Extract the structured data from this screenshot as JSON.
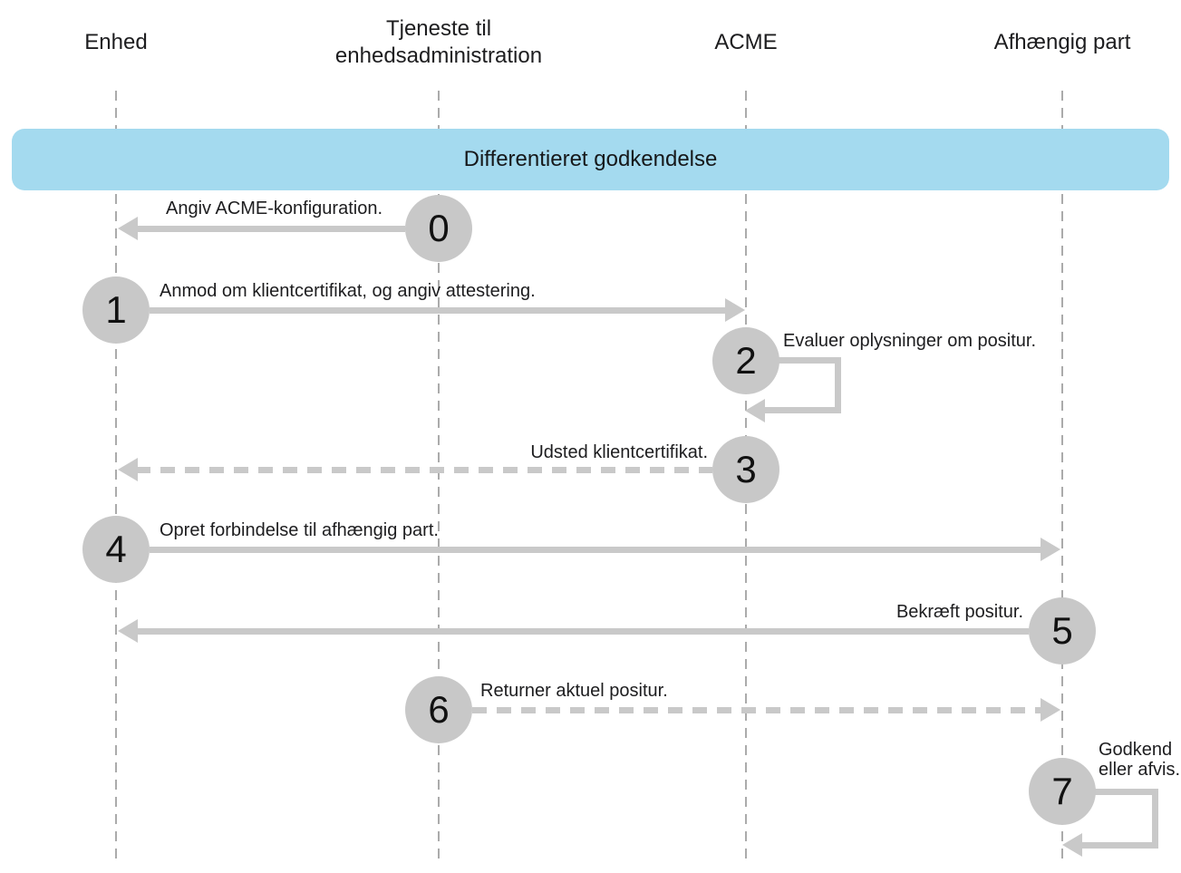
{
  "diagram": {
    "title": "Differentieret godkendelse",
    "actors": [
      {
        "id": "enhed",
        "label": "Enhed"
      },
      {
        "id": "mdm",
        "label": "Tjeneste til enhedsadministration"
      },
      {
        "id": "acme",
        "label": "ACME"
      },
      {
        "id": "relying_party",
        "label": "Afhængig part"
      }
    ],
    "steps": [
      {
        "num": "0",
        "label": "Angiv ACME-konfiguration.",
        "from": "mdm",
        "to": "enhed",
        "line": "solid",
        "direction": "left"
      },
      {
        "num": "1",
        "label": "Anmod om klientcertifikat, og angiv attestering.",
        "from": "enhed",
        "to": "acme",
        "line": "solid",
        "direction": "right"
      },
      {
        "num": "2",
        "label": "Evaluer oplysninger om positur.",
        "from": "acme",
        "to": "acme",
        "line": "solid",
        "direction": "self"
      },
      {
        "num": "3",
        "label": "Udsted klientcertifikat.",
        "from": "acme",
        "to": "enhed",
        "line": "dashed",
        "direction": "left"
      },
      {
        "num": "4",
        "label": "Opret forbindelse til afhængig part.",
        "from": "enhed",
        "to": "relying_party",
        "line": "solid",
        "direction": "right"
      },
      {
        "num": "5",
        "label": "Bekræft positur.",
        "from": "relying_party",
        "to": "enhed",
        "line": "solid",
        "direction": "left"
      },
      {
        "num": "6",
        "label": "Returner aktuel positur.",
        "from": "mdm",
        "to": "relying_party",
        "line": "dashed",
        "direction": "right"
      },
      {
        "num": "7",
        "label": "Godkend eller afvis.",
        "from": "relying_party",
        "to": "relying_party",
        "line": "solid",
        "direction": "self"
      }
    ],
    "colors": {
      "banner_background": "#a4daef",
      "circle_fill": "#c8c8c8",
      "arrow": "#c9c9c9",
      "lifeline": "#ababab",
      "text": "#1d1d1f"
    }
  }
}
